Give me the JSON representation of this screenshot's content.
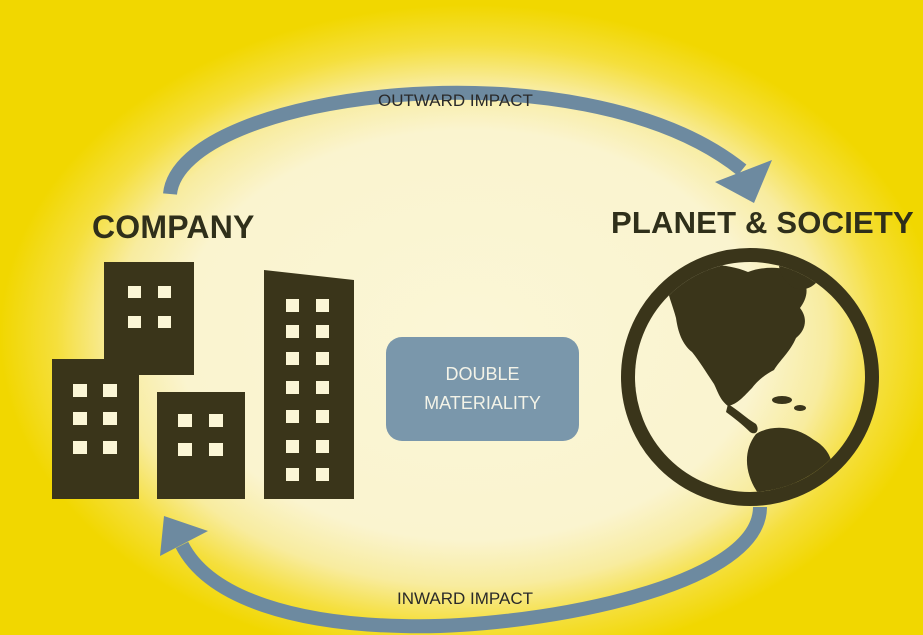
{
  "diagram": {
    "left_node": {
      "label": "COMPANY",
      "icon": "office-buildings-icon"
    },
    "right_node": {
      "label": "PLANET & SOCIETY",
      "icon": "globe-americas-icon"
    },
    "center": {
      "label": "DOUBLE\nMATERIALITY"
    },
    "top_arrow": {
      "label": "OUTWARD IMPACT"
    },
    "bottom_arrow": {
      "label": "INWARD IMPACT"
    }
  },
  "colors": {
    "background_outer": "#f2d800",
    "background_inner": "#fbf6d6",
    "arrow": "#6d8aa0",
    "icon": "#3a351a",
    "center_box": "#7a97ab",
    "center_text": "#f3f3e8"
  }
}
